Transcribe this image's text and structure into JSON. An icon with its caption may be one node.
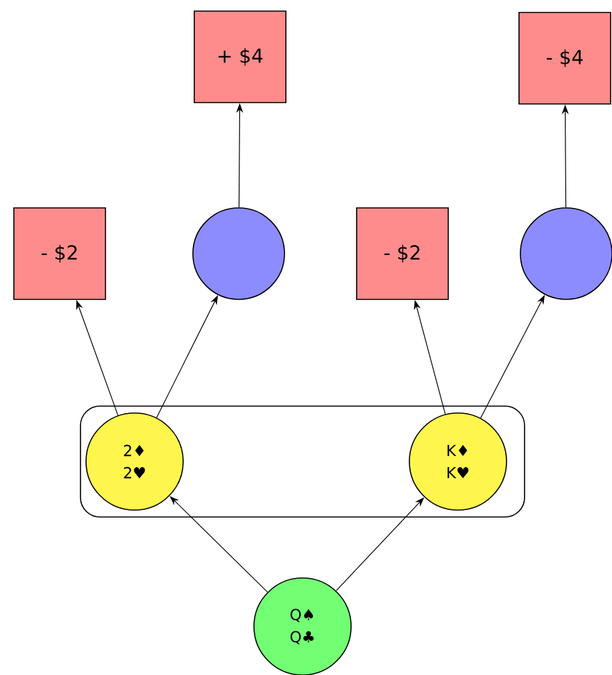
{
  "diagram": {
    "nodes": [
      {
        "text": [
          "+ $4"
        ]
      },
      {
        "text": [
          "- $4"
        ]
      },
      {
        "text": [
          "- $2"
        ]
      },
      {
        "text": [],
        "shape": "circle"
      },
      {
        "text": [
          "- $2"
        ]
      },
      {
        "text": [],
        "shape": "circle"
      },
      {
        "text": [],
        "shape": "box"
      },
      {
        "text": [
          "2♦",
          "2♥"
        ],
        "in": 6
      },
      {
        "text": [
          "K♦",
          "K♥"
        ],
        "in": 6
      },
      {
        "text": [
          "Q♠",
          "Q♣"
        ]
      }
    ],
    "edges": [
      {
        "from": 9,
        "to": 7,
        "arrow": "to"
      },
      {
        "from": 9,
        "to": 8,
        "arrow": "to"
      },
      {
        "from": 7,
        "to": 2,
        "arrow": "to"
      },
      {
        "from": 7,
        "to": 3,
        "arrow": "to"
      },
      {
        "from": 3,
        "to": 0,
        "arrow": "to"
      },
      {
        "from": 8,
        "to": 4,
        "arrow": "to"
      },
      {
        "from": 8,
        "to": 5,
        "arrow": "to"
      },
      {
        "from": 5,
        "to": 1,
        "arrow": "to"
      }
    ]
  }
}
